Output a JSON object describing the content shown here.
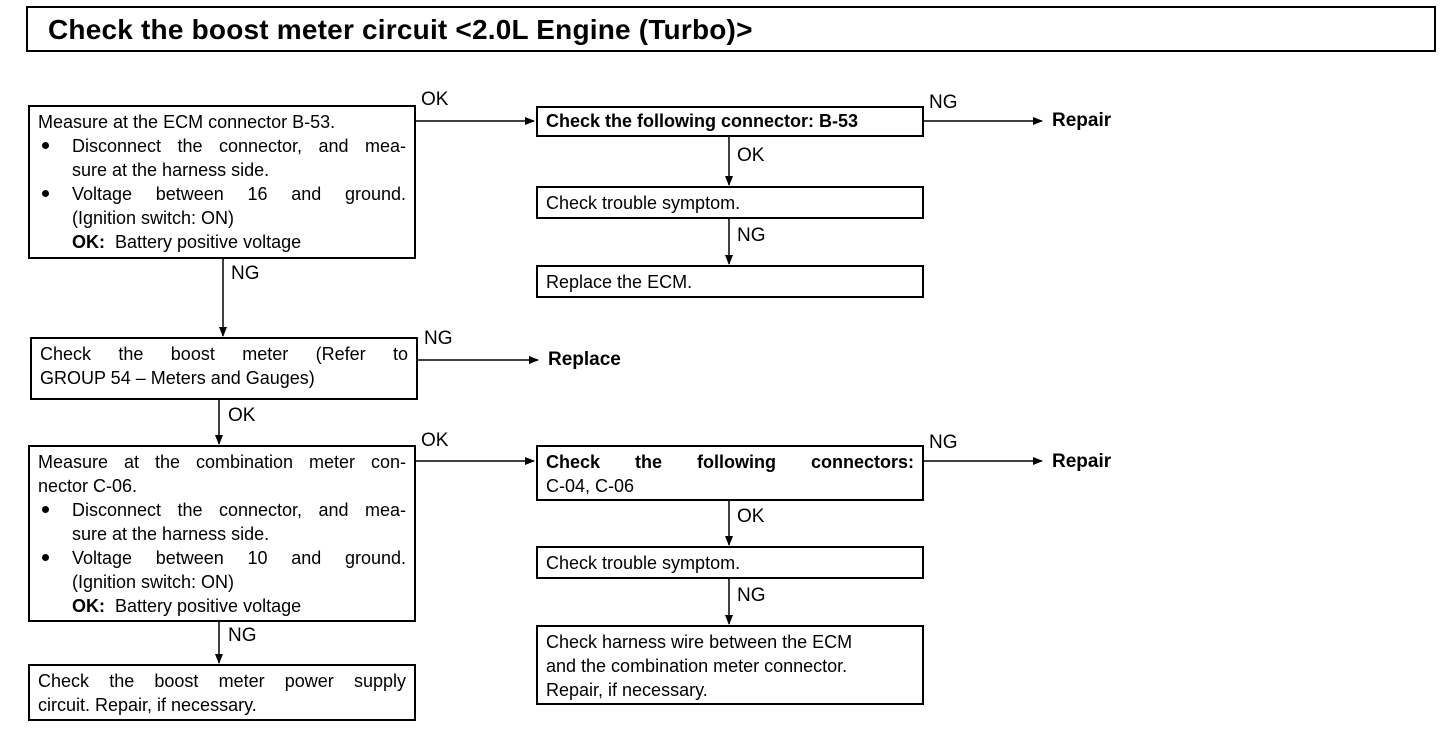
{
  "title": "Check the boost meter circuit <2.0L Engine (Turbo)>",
  "boxes": {
    "measure_ecm": {
      "heading": "Measure at the ECM connector B-53.",
      "bullet1_a": "Disconnect the connector, and mea-",
      "bullet1_b": "sure at the harness side.",
      "bullet2_a": "Voltage between 16 and ground.",
      "bullet2_b": "(Ignition switch: ON)",
      "ok_label": "OK:",
      "ok_value": "Battery positive voltage"
    },
    "check_connector_b53": {
      "text": "Check the following connector: B-53"
    },
    "check_symptom_1": {
      "text": "Check trouble symptom."
    },
    "replace_ecm": {
      "text": "Replace the ECM."
    },
    "check_boost_meter": {
      "line1": "Check the boost meter (Refer to",
      "line2": "GROUP 54 – Meters and Gauges)"
    },
    "measure_combination": {
      "line1": "Measure at the combination meter con-",
      "line2": "nector C-06.",
      "bullet1_a": "Disconnect the connector, and mea-",
      "bullet1_b": "sure at the harness side.",
      "bullet2_a": "Voltage between 10 and ground.",
      "bullet2_b": "(Ignition switch: ON)",
      "ok_label": "OK:",
      "ok_value": "Battery positive voltage"
    },
    "check_connectors_c04_c06": {
      "line1": "Check the following connectors:",
      "line2": "C-04, C-06"
    },
    "check_symptom_2": {
      "text": "Check trouble symptom."
    },
    "check_harness": {
      "line1": "Check harness wire between the ECM",
      "line2": "and the combination meter connector.",
      "line3": "Repair, if necessary."
    },
    "check_power_supply": {
      "line1": "Check the boost meter power supply",
      "line2": "circuit. Repair, if necessary."
    }
  },
  "labels": {
    "ok": "OK",
    "ng": "NG"
  },
  "actions": {
    "repair": "Repair",
    "replace": "Replace"
  }
}
